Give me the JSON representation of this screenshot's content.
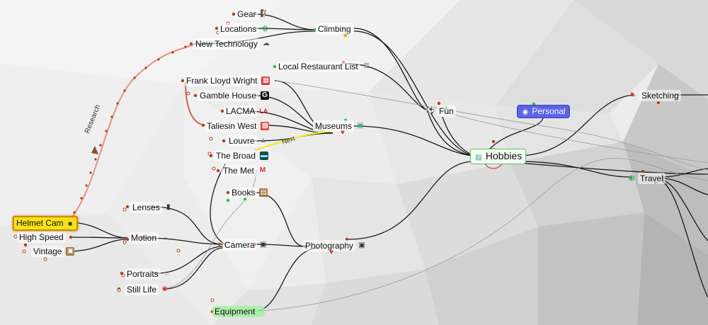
{
  "colors": {
    "link": "#1a1a1a",
    "research_link": "#e8968a",
    "next_link": "#f1ea2e",
    "port_brown": "#b1401f",
    "port_green": "#2bbd3a",
    "accent_personal": "#5b63e6",
    "highlight_yellow": "#f7e21a"
  },
  "nodes": {
    "gear": {
      "label": "Gear",
      "icon": "climber-icon"
    },
    "locations": {
      "label": "Locations",
      "icon": "globe-icon"
    },
    "climbing": {
      "label": "Climbing",
      "icon": "trophy-icon"
    },
    "new_technology": {
      "label": "New Technology",
      "icon": "cloud-icon"
    },
    "local_restaurant_list": {
      "label": "Local Restaurant List",
      "icon": "list-icon"
    },
    "frank_lloyd_wright": {
      "label": "Frank Lloyd Wright",
      "icon": "building-icon"
    },
    "gamble_house": {
      "label": "Gamble House",
      "icon": "g-logo-icon"
    },
    "lacma": {
      "label": "LACMA",
      "icon": "la-logo-icon"
    },
    "taliesin_west": {
      "label": "Taliesin West",
      "icon": "pattern-icon"
    },
    "louvre": {
      "label": "Louvre",
      "icon": "pyramid-icon"
    },
    "the_broad": {
      "label": "The Broad",
      "icon": "screen-icon"
    },
    "the_met": {
      "label": "The Met",
      "icon": "met-logo-icon"
    },
    "museums": {
      "label": "Museums",
      "icon": "picture-icon"
    },
    "fun": {
      "label": "Fun",
      "icon": "soccer-ball-icon"
    },
    "personal": {
      "label": "Personal",
      "icon": "person-icon"
    },
    "hobbies": {
      "label": "Hobbies",
      "icon": "landscape-icon"
    },
    "sketching": {
      "label": "Sketching",
      "icon": "pencil-icon"
    },
    "travel": {
      "label": "Travel",
      "icon": "globe-icon"
    },
    "books": {
      "label": "Books",
      "icon": "book-icon"
    },
    "lenses": {
      "label": "Lenses",
      "icon": "lens-icon"
    },
    "helmet_cam": {
      "label": "Helmet Cam",
      "icon": "video-camera-icon"
    },
    "high_speed": {
      "label": "High Speed",
      "icon": ""
    },
    "vintage": {
      "label": "Vintage",
      "icon": "vintage-camera-icon"
    },
    "motion": {
      "label": "Motion",
      "icon": "runner-icon"
    },
    "camera": {
      "label": "Camera",
      "icon": "camera-icon"
    },
    "photography": {
      "label": "Photography",
      "icon": "camera-icon"
    },
    "portraits": {
      "label": "Portraits",
      "icon": "portrait-icon"
    },
    "still_life": {
      "label": "Still Life",
      "icon": "tulip-icon"
    },
    "equipment": {
      "label": "Equipment",
      "icon": ""
    }
  },
  "edge_labels": {
    "research": "Research",
    "next": "Next"
  }
}
